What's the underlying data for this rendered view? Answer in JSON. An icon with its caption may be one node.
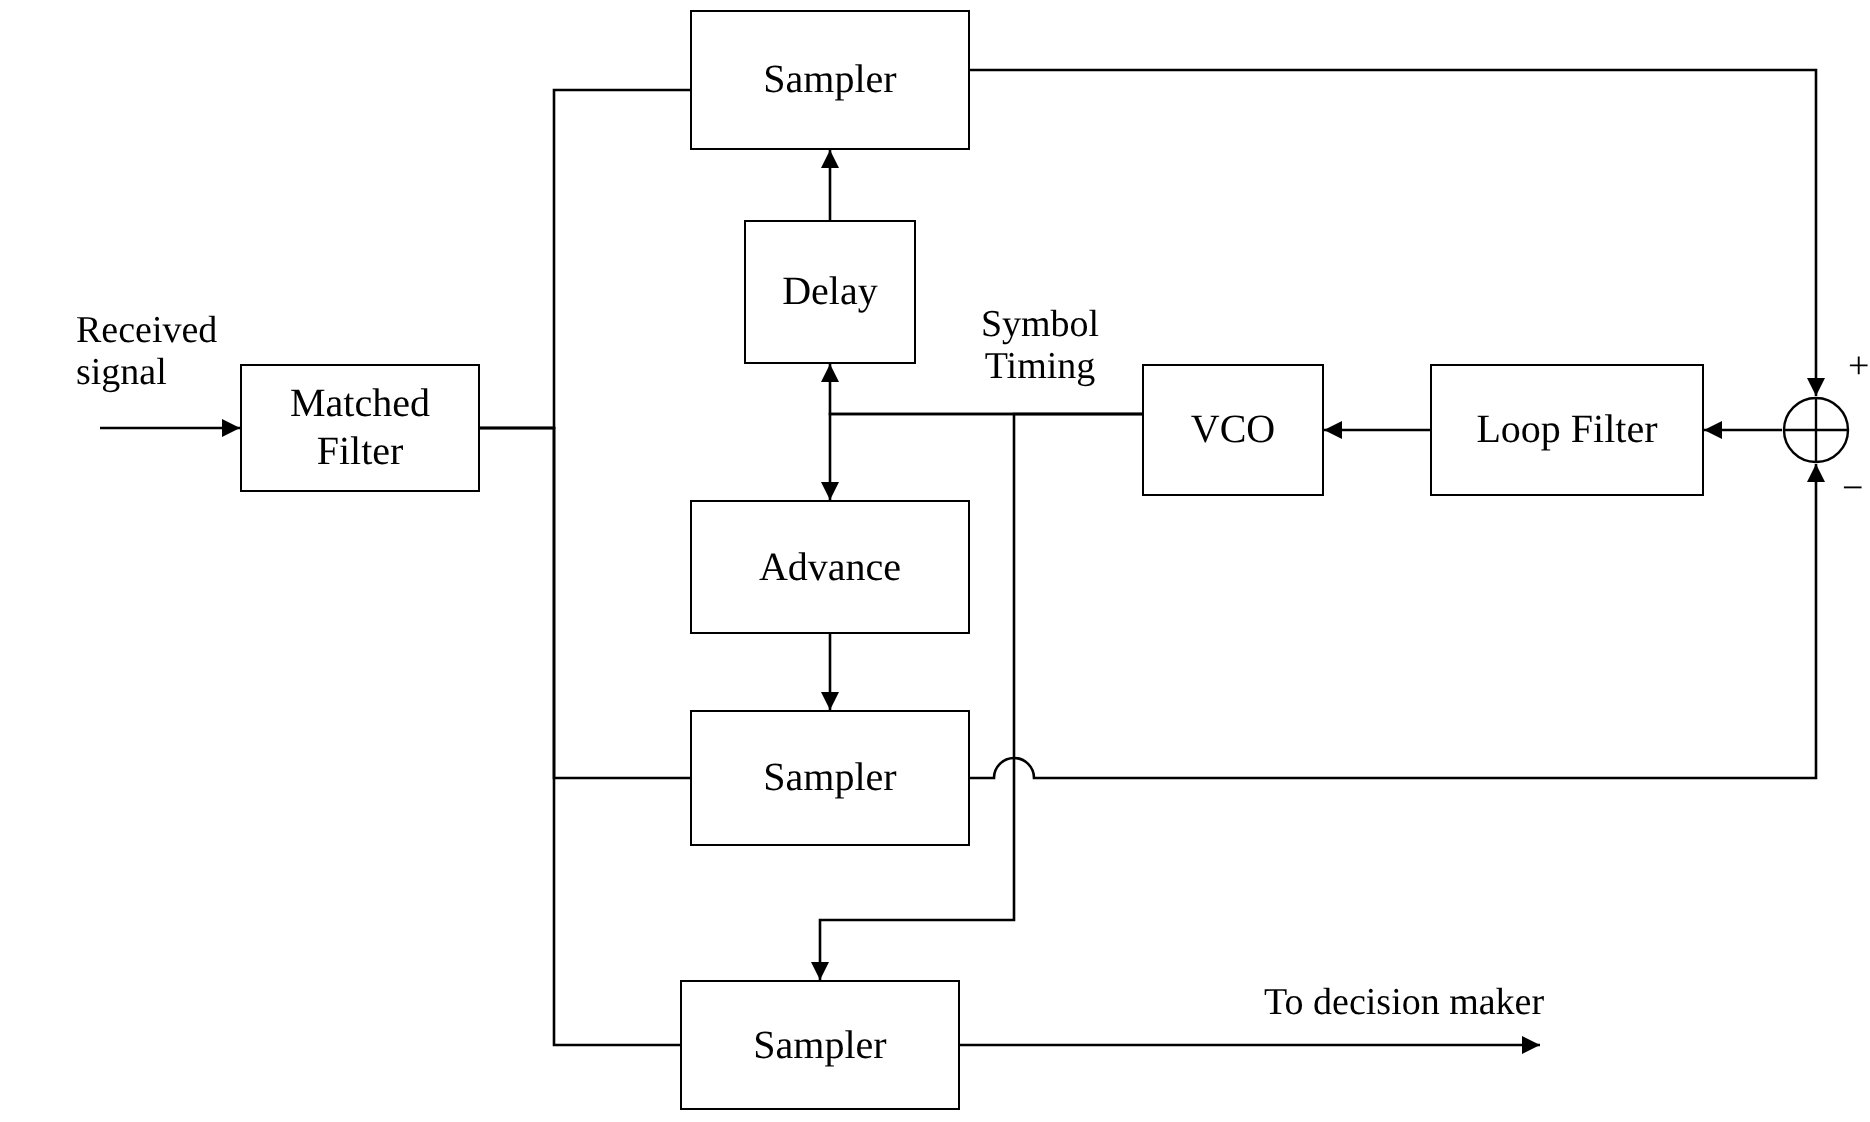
{
  "diagram": {
    "nodes": [
      {
        "text": [
          "Matched Filter"
        ]
      },
      {
        "text": [
          "Sampler"
        ]
      },
      {
        "text": [
          "Delay"
        ]
      },
      {
        "text": [
          "Advance"
        ]
      },
      {
        "text": [
          "Sampler"
        ]
      },
      {
        "text": [
          "Sampler"
        ]
      },
      {
        "text": [
          "VCO"
        ]
      },
      {
        "text": [
          "Loop Filter"
        ]
      },
      {
        "text": [],
        "shape": "circle"
      }
    ],
    "edges": [
      {
        "from": null,
        "to": 0,
        "arrow": "to",
        "label": "Received signal"
      },
      {
        "from": 0,
        "to": 1,
        "arrow": "none"
      },
      {
        "from": 0,
        "to": 4,
        "arrow": "none"
      },
      {
        "from": 0,
        "to": 5,
        "arrow": "none"
      },
      {
        "from": 2,
        "to": 1,
        "arrow": "to"
      },
      {
        "from": 6,
        "to": 2,
        "arrow": "to"
      },
      {
        "from": 6,
        "to": 3,
        "arrow": "to"
      },
      {
        "from": 6,
        "to": 5,
        "arrow": "to"
      },
      {
        "from": 3,
        "to": 4,
        "arrow": "to"
      },
      {
        "from": 1,
        "to": 8,
        "arrow": "to"
      },
      {
        "from": 4,
        "to": 8,
        "arrow": "to"
      },
      {
        "from": 8,
        "to": 7,
        "arrow": "to"
      },
      {
        "from": 7,
        "to": 6,
        "arrow": "to"
      },
      {
        "from": 5,
        "to": null,
        "arrow": "to",
        "label": "To decision maker"
      }
    ],
    "labels": [
      "Symbol Timing",
      "+",
      "−"
    ]
  }
}
